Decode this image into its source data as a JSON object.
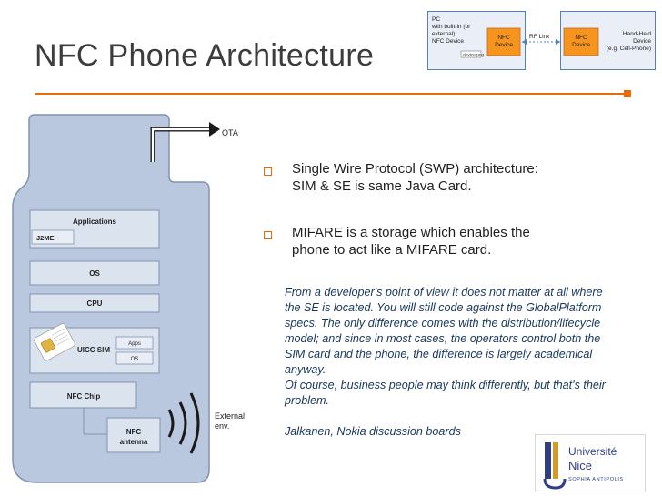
{
  "slide": {
    "title": "NFC Phone Architecture",
    "bullets": [
      {
        "lines": [
          "Single Wire Protocol (SWP) architecture:",
          "SIM & SE is same Java Card."
        ]
      },
      {
        "lines": [
          "MIFARE is a storage which enables the",
          "phone to act like a MIFARE card."
        ]
      }
    ],
    "quote_lines": [
      "From a developer's point of view it does not matter at all where",
      "the SE is located. You will still code against the GlobalPlatform",
      "specs. The only difference comes with the distribution/lifecycle",
      "model; and since in most cases, the operators control both the",
      "SIM card and the phone, the difference is largely academical",
      "anyway.",
      "Of course, business people may think differently, but that's their",
      "problem.",
      "",
      "Jalkanen, Nokia discussion boards"
    ]
  },
  "phone_diagram": {
    "ota": "OTA",
    "external_env": [
      "External",
      "env."
    ],
    "applications": "Applications",
    "j2me": "J2ME",
    "os": "OS",
    "cpu": "CPU",
    "uicc_sim": "UICC SIM",
    "apps_small": "Apps",
    "os_small": "OS",
    "nfc_chip": "NFC Chip",
    "nfc_antenna": [
      "NFC",
      "antenna"
    ]
  },
  "top_diagram": {
    "pc_lines": [
      "PC",
      "with built-in (or",
      "external)",
      "NFC Device"
    ],
    "device_png": "device.png",
    "nfc_device_left": [
      "NFC",
      "Device"
    ],
    "rf_link": "RF Link",
    "nfc_device_right": [
      "NFC",
      "Device"
    ],
    "handheld_lines": [
      "Hand-Held",
      "Device",
      "(e.g. Cell-Phone)"
    ]
  },
  "logo": {
    "line1": "Université",
    "line2": "Nice",
    "line3": "SOPHIA ANTIPOLIS"
  },
  "colors": {
    "accent": "#e46c0a",
    "title": "#3c3c3c",
    "phone_fill": "#b9c8de",
    "phone_stroke": "#8193ad",
    "box_fill": "#dbe3ef",
    "quote": "#17375e",
    "nfc_orange": "#f7941d",
    "top_border": "#4f81bd"
  }
}
